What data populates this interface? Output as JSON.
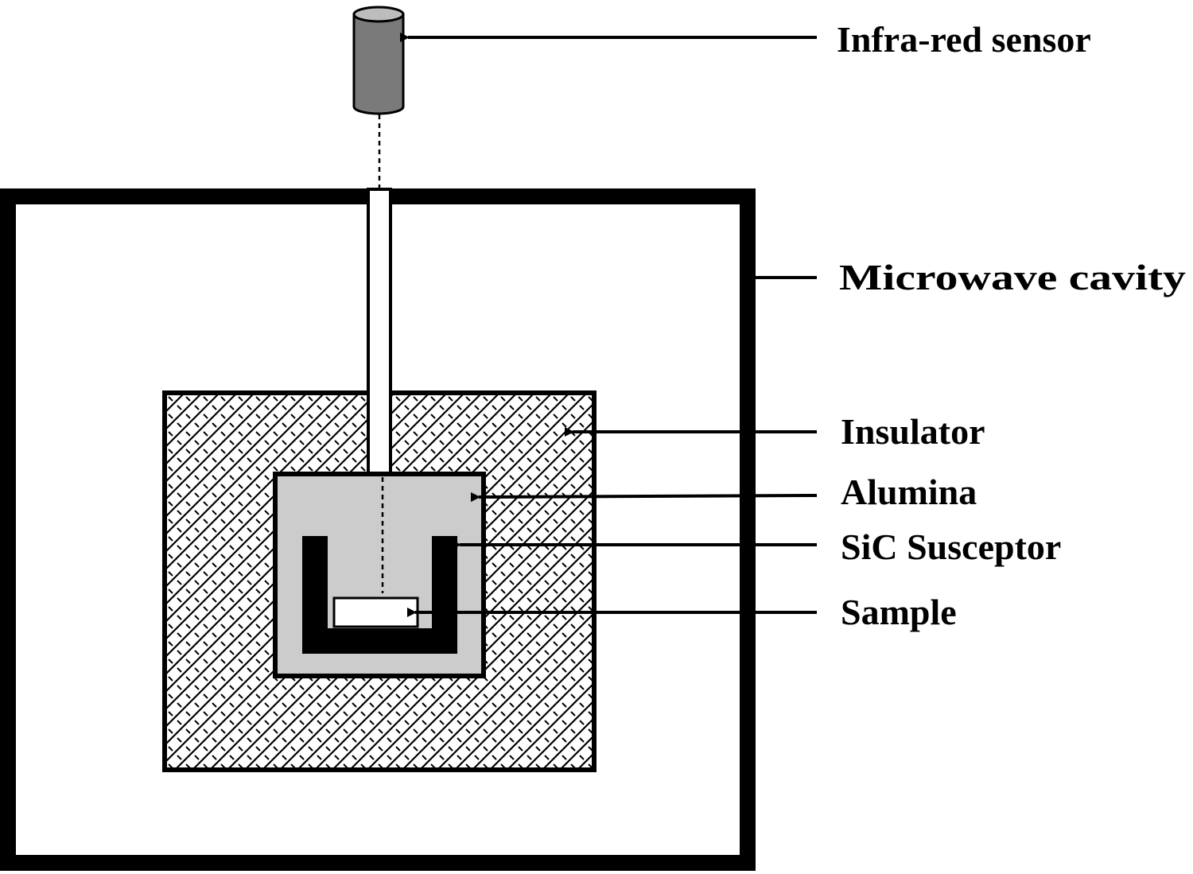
{
  "labels": {
    "sensor": "Infra-red sensor",
    "cavity": "Microwave cavity",
    "insulator": "Insulator",
    "alumina": "Alumina",
    "susceptor": "SiC Susceptor",
    "sample": "Sample"
  },
  "colors": {
    "outline": "#000000",
    "background": "#ffffff",
    "sensor_body": "#7a7a7a",
    "sensor_top": "#bdbdbd",
    "insulator_fill": "#ffffff",
    "insulator_hatch": "#000000",
    "alumina": "#cccccc",
    "susceptor": "#000000",
    "sample": "#ffffff"
  },
  "icons": {
    "sensor": "cylinder-sensor-icon"
  }
}
